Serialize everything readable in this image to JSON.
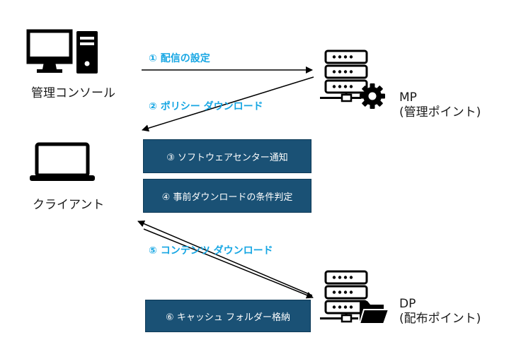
{
  "nodes": {
    "console": {
      "label": "管理コンソール"
    },
    "client": {
      "label": "クライアント"
    },
    "mp": {
      "label": "MP",
      "sublabel": "(管理ポイント)"
    },
    "dp": {
      "label": "DP",
      "sublabel": "(配布ポイント)"
    }
  },
  "steps": [
    {
      "label": "① 配信の設定"
    },
    {
      "label": "② ポリシー ダウンロード"
    },
    {
      "label": "③ ソフトウェアセンター通知"
    },
    {
      "label": "④ 事前ダウンロードの条件判定"
    },
    {
      "label": "⑤ コンテンツ ダウンロード"
    },
    {
      "label": "⑥ キャッシュ フォルダー格納"
    }
  ],
  "colors": {
    "step_label": "#16a6e3",
    "step_box": "#1a5175",
    "icon": "#000000"
  },
  "icons": {
    "console": "desktop-pc-icon",
    "client": "laptop-icon",
    "mp": "server-gear-icon",
    "dp": "server-folder-icon"
  }
}
